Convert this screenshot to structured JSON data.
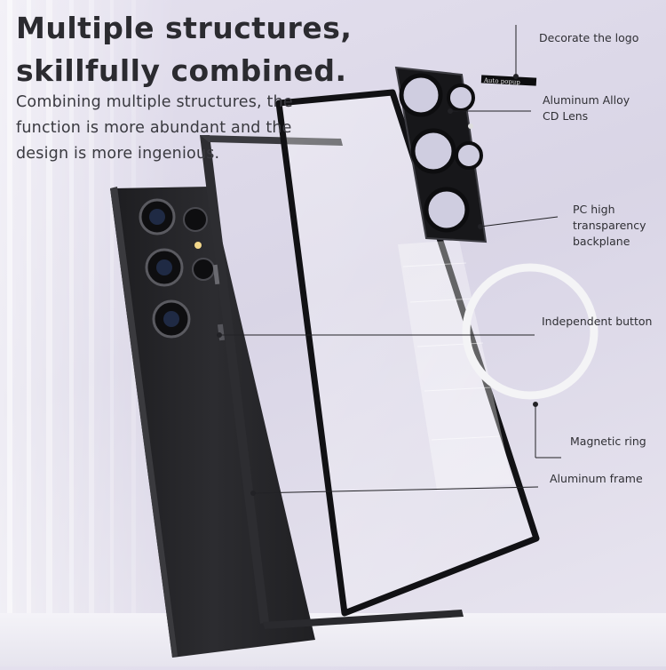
{
  "headline": {
    "line1": "Multiple structures,",
    "line2": "skillfully combined."
  },
  "subtext": {
    "line1": "Combining multiple structures, the",
    "line2": "function is more abundant and the",
    "line3": "design is more ingenious."
  },
  "lens_engraving": "Auto popup",
  "callouts": {
    "logo": "Decorate the logo",
    "lens_line1": "Aluminum Alloy",
    "lens_line2": "CD Lens",
    "backplane_line1": "PC high",
    "backplane_line2": "transparency",
    "backplane_line3": "backplane",
    "button": "Independent button",
    "ring": "Magnetic ring",
    "frame": "Aluminum frame"
  },
  "colors": {
    "background": "#dedbe9",
    "phone_body": "#2a2a2d",
    "frame_black": "#1a1a1c",
    "text_dark": "#2b2b30",
    "magsafe_ring": "#f4f4f6"
  }
}
